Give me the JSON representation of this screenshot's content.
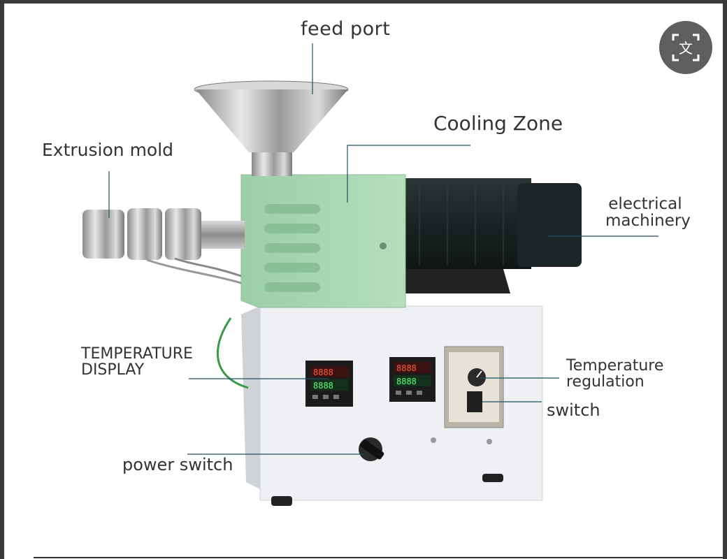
{
  "labels": {
    "feed_port": "feed port",
    "cooling_zone": "Cooling Zone",
    "extrusion_mold": "Extrusion mold",
    "electrical_machinery_line1": "electrical",
    "electrical_machinery_line2": "machinery",
    "temperature_display_line1": "TEMPERATURE",
    "temperature_display_line2": "DISPLAY",
    "temperature_regulation_line1": "Temperature",
    "temperature_regulation_line2": "regulation",
    "switch": "switch",
    "power_switch": "power switch"
  },
  "translate_button": {
    "icon": "translate-icon",
    "glyph": "文"
  },
  "colors": {
    "cooling_zone": "#a8d6b2",
    "cabinet": "#eef0f3",
    "motor": "#1f2a2a",
    "annotation_line": "#1f4f5c"
  }
}
